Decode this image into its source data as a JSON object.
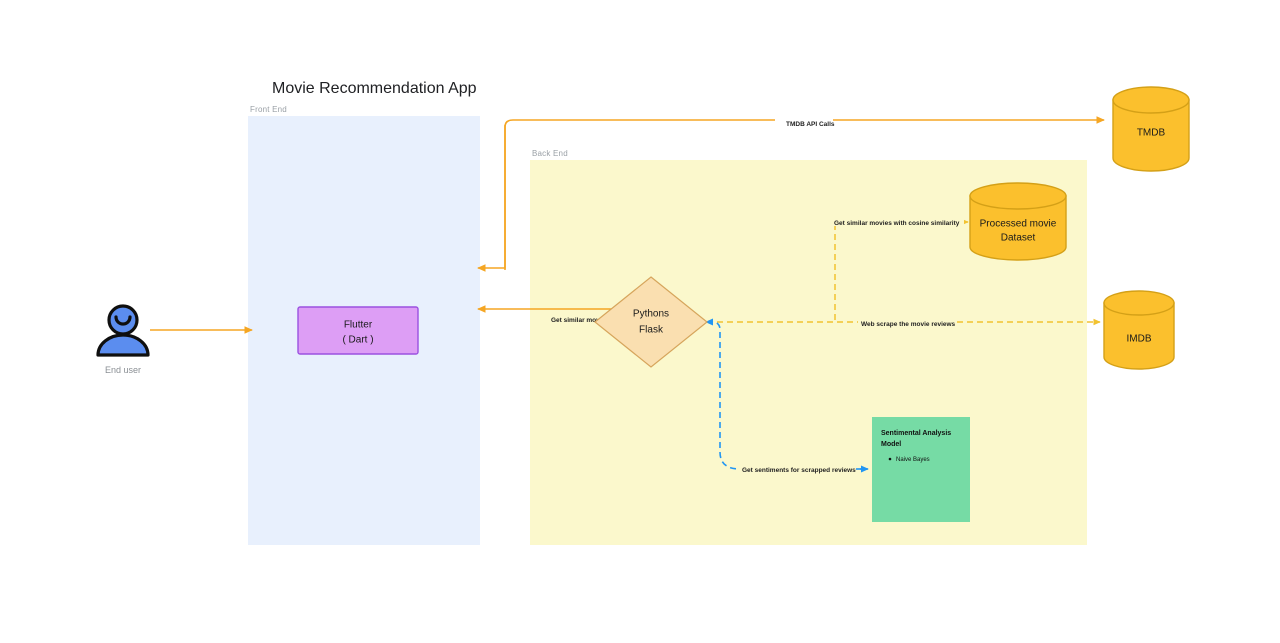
{
  "diagram": {
    "title": "Movie Recommendation App",
    "type": "architecture-flow-diagram"
  },
  "colors": {
    "frontend_fill": "#e8f0fd",
    "backend_fill": "#fbf8cc",
    "flutter_fill": "#dd9ef5",
    "flutter_stroke": "#9b51e0",
    "flask_fill": "#fadfb0",
    "flask_stroke": "#d6a55c",
    "db_fill": "#fbc02d",
    "db_stroke": "#d4a017",
    "model_fill": "#76dba5",
    "arrow_orange": "#f5a623",
    "arrow_blue": "#2196f3",
    "arrow_gold": "#f2c230",
    "actor_blue": "#5b8def",
    "label_gray": "#9aa0a6"
  },
  "containers": [
    {
      "id": "frontend",
      "label": "Front End"
    },
    {
      "id": "backend",
      "label": "Back End"
    }
  ],
  "actor": {
    "name": "End user",
    "icon": "user-actor-icon"
  },
  "nodes": [
    {
      "id": "flutter",
      "lines": [
        "Flutter",
        "( Dart )"
      ],
      "shape": "rectangle"
    },
    {
      "id": "flask",
      "lines": [
        "Pythons",
        "Flask"
      ],
      "shape": "diamond"
    },
    {
      "id": "tmdb",
      "label": "TMDB",
      "shape": "cylinder"
    },
    {
      "id": "imdb",
      "label": "IMDB",
      "shape": "cylinder"
    },
    {
      "id": "dataset",
      "lines": [
        "Processed movie",
        "Dataset"
      ],
      "shape": "cylinder"
    }
  ],
  "sentiment_model": {
    "title_line1": "Sentimental Analysis",
    "title_line2": "Model",
    "items": [
      "Naive Bayes"
    ]
  },
  "edges": [
    {
      "id": "user-to-frontend",
      "label": "",
      "style": "solid",
      "color": "orange"
    },
    {
      "id": "tmdb-api-calls",
      "label": "TMDB API Calls",
      "style": "solid",
      "color": "orange"
    },
    {
      "id": "tmdb-response",
      "label": "",
      "style": "solid",
      "color": "orange"
    },
    {
      "id": "get-similar-movies",
      "label": "Get similar movies",
      "style": "solid",
      "color": "orange"
    },
    {
      "id": "cosine-similarity",
      "label": "Get similar movies with cosine similarity",
      "style": "dashed",
      "color": "gold"
    },
    {
      "id": "web-scrape",
      "label": "Web scrape the movie reviews",
      "style": "dashed",
      "color": "gold"
    },
    {
      "id": "get-sentiments",
      "label": "Get sentiments for scrapped reviews",
      "style": "dashed",
      "color": "blue"
    }
  ]
}
